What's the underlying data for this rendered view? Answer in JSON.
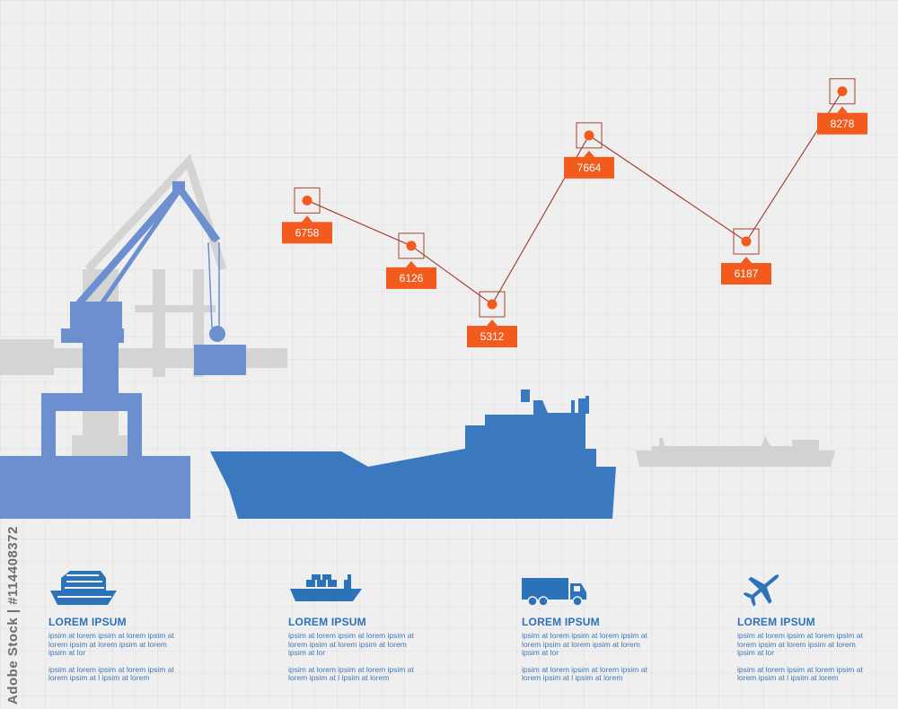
{
  "colors": {
    "background": "#efeff0",
    "primary_blue": "#3a79bf",
    "crane_blue": "#6b8fcf",
    "silhouette_gray": "#d2d2d2",
    "marker_orange": "#f25a1e",
    "line_red": "#a44335",
    "text_blue": "#2c72b8"
  },
  "stock_id": "Adobe Stock | #114408372",
  "chart_data": {
    "type": "line",
    "title": "",
    "xlabel": "",
    "ylabel": "",
    "grid": true,
    "legend": "none",
    "ylim": [
      4800,
      8800
    ],
    "series": [
      {
        "values": [
          6758,
          6126,
          5312,
          7664,
          6187,
          8278
        ]
      }
    ],
    "labels": [
      "6758",
      "6126",
      "5312",
      "7664",
      "6187",
      "8278"
    ]
  },
  "features": [
    {
      "icon": "cruise-ship-icon",
      "title": "LOREM IPSUM",
      "text1": "ipsim at lorem ipsim at lorem ipsim at\nlorem ipsim at lorem ipsim at lorem\nipsim at lor",
      "text2": "ipsim at lorem ipsim at lorem ipsim at\nlorem ipsim at l ipsim at lorem"
    },
    {
      "icon": "cargo-ship-icon",
      "title": "LOREM IPSUM",
      "text1": "ipsim at lorem ipsim at lorem ipsim at\nlorem ipsim at lorem ipsim at lorem\nipsim at lor",
      "text2": "ipsim at lorem ipsim at lorem ipsim at\nlorem ipsim at l ipsim at lorem"
    },
    {
      "icon": "truck-icon",
      "title": "LOREM IPSUM",
      "text1": "ipsim at lorem ipsim at lorem ipsim at\nlorem ipsim at lorem ipsim at lorem\nipsim at lor",
      "text2": "ipsim at lorem ipsim at lorem ipsim at\nlorem ipsim at l ipsim at lorem"
    },
    {
      "icon": "airplane-icon",
      "title": "LOREM IPSUM",
      "text1": "ipsim at lorem ipsim at lorem ipsim at\nlorem ipsim at lorem ipsim at lorem\nipsim at lor",
      "text2": "ipsim at lorem ipsim at lorem ipsim at\nlorem ipsim at l ipsim at lorem"
    }
  ]
}
